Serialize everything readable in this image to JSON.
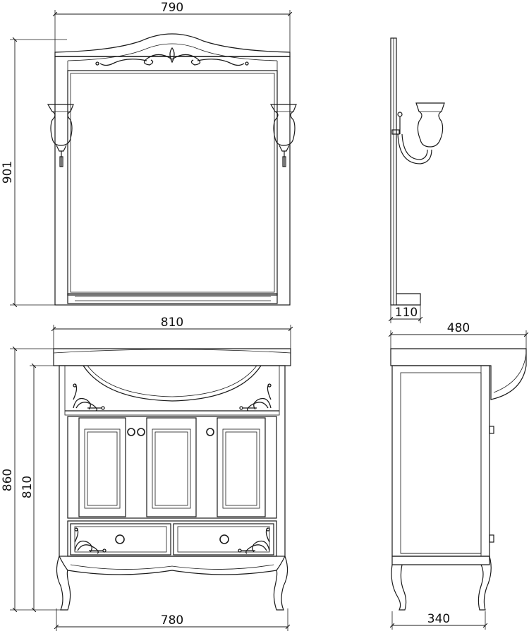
{
  "dimensions": {
    "mirror_width": "790",
    "mirror_height": "901",
    "mirror_depth": "110",
    "vanity_top_width": "810",
    "vanity_total_height": "860",
    "vanity_body_height": "810",
    "vanity_base_width": "780",
    "vanity_top_depth": "480",
    "vanity_body_depth": "340"
  }
}
